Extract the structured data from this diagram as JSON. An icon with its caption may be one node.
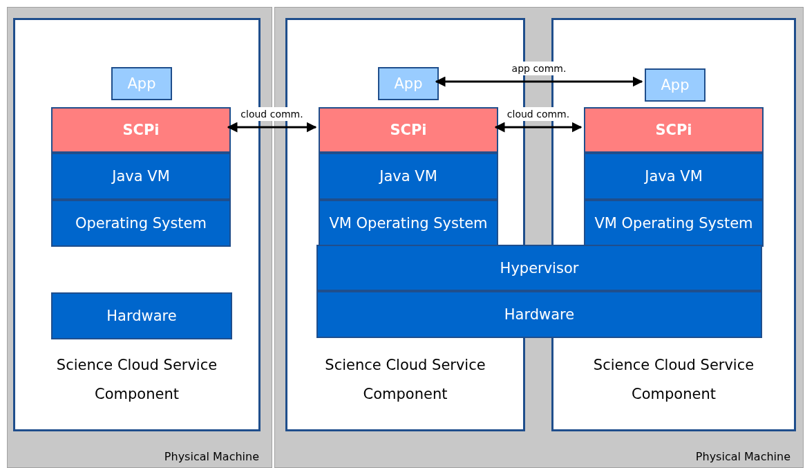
{
  "diagram": {
    "nodes": [
      {
        "text": [
          "Physical Machine"
        ]
      },
      {
        "text": [
          "Science Cloud Service Component"
        ],
        "in": 0
      },
      {
        "text": [
          "App"
        ],
        "in": 1
      },
      {
        "text": [
          "SCPi"
        ],
        "in": 1
      },
      {
        "text": [
          "Java VM"
        ],
        "in": 1
      },
      {
        "text": [
          "Operating System"
        ],
        "in": 1
      },
      {
        "text": [
          "Hardware"
        ],
        "in": 1
      },
      {
        "text": [
          "Physical Machine"
        ]
      },
      {
        "text": [
          "Science Cloud Service Component"
        ],
        "in": 7
      },
      {
        "text": [
          "App"
        ],
        "in": 8
      },
      {
        "text": [
          "SCPi"
        ],
        "in": 8
      },
      {
        "text": [
          "Java VM"
        ],
        "in": 8
      },
      {
        "text": [
          "VM Operating System"
        ],
        "in": 8
      },
      {
        "text": [
          "Science Cloud Service Component"
        ],
        "in": 7
      },
      {
        "text": [
          "App"
        ],
        "in": 13
      },
      {
        "text": [
          "SCPi"
        ],
        "in": 13
      },
      {
        "text": [
          "Java VM"
        ],
        "in": 13
      },
      {
        "text": [
          "VM Operating System"
        ],
        "in": 13
      },
      {
        "text": [
          "Hypervisor"
        ],
        "in": 7
      },
      {
        "text": [
          "Hardware"
        ],
        "in": 7
      }
    ],
    "edges": [
      {
        "from": 3,
        "to": 10,
        "arrow": "both",
        "label": "cloud comm."
      },
      {
        "from": 10,
        "to": 15,
        "arrow": "both",
        "label": "cloud comm."
      },
      {
        "from": 9,
        "to": 14,
        "arrow": "both",
        "label": "app comm."
      }
    ]
  }
}
